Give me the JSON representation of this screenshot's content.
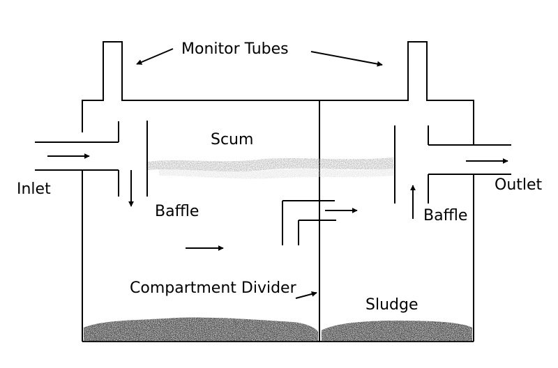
{
  "labels": {
    "monitor_tubes": "Monitor Tubes",
    "scum": "Scum",
    "inlet": "Inlet",
    "outlet": "Outlet",
    "baffle_left": "Baffle",
    "baffle_right": "Baffle",
    "compartment_divider": "Compartment Divider",
    "sludge": "Sludge"
  },
  "colors": {
    "line": "#000000",
    "scum_dark": "#6e6e6e",
    "scum_light": "#b8b8b8",
    "sludge": "#1a1a1a"
  }
}
